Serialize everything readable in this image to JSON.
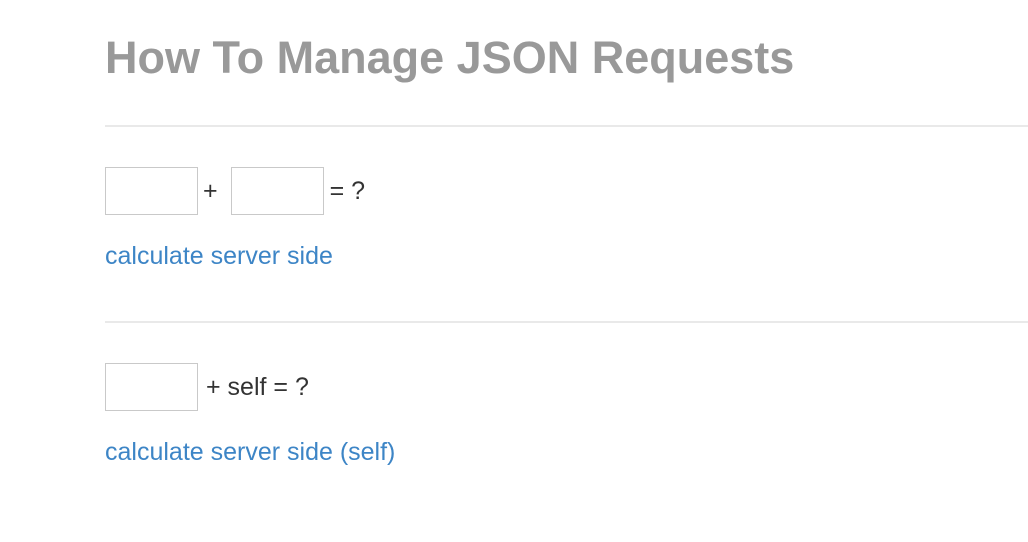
{
  "page": {
    "title": "How To Manage JSON Requests"
  },
  "colors": {
    "heading": "#999999",
    "body_text": "#333333",
    "link": "#3d85c6",
    "divider": "#e9e9e9",
    "input_border": "#c9c9c9"
  },
  "sum_form": {
    "first_input_value": "",
    "first_input_placeholder": "",
    "plus_label": "+",
    "second_input_value": "",
    "second_input_placeholder": "",
    "equals_label": "= ?",
    "link_label": "calculate server side"
  },
  "self_form": {
    "input_value": "",
    "input_placeholder": "",
    "suffix_label": "+ self = ?",
    "link_label": "calculate server side (self)"
  }
}
